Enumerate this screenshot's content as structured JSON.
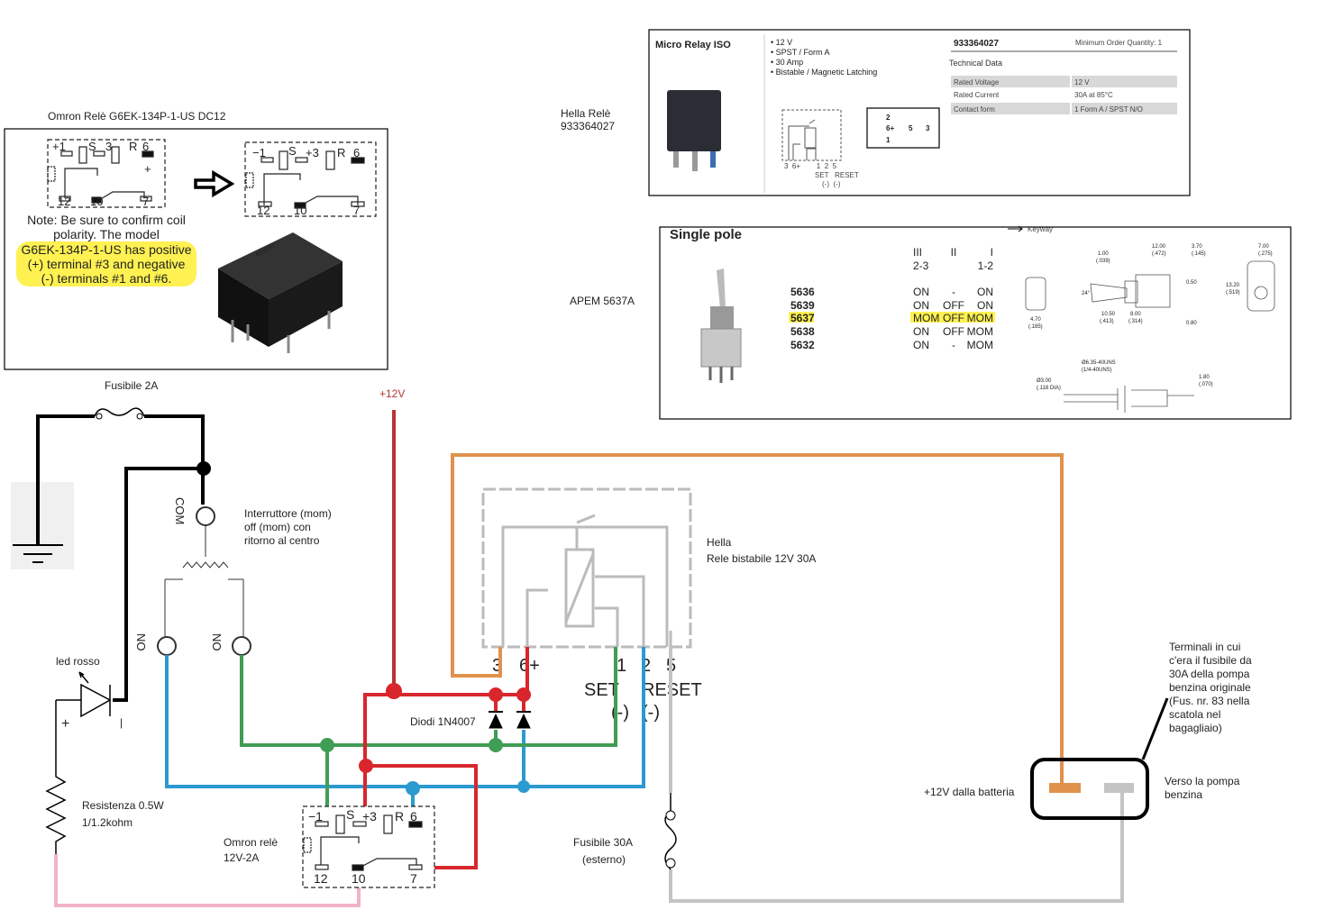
{
  "colors": {
    "plus12": "#b83434",
    "red": "#d8262c",
    "orange": "#e0924c",
    "green": "#3f9d55",
    "blue": "#2b9ad0",
    "grey": "#c4c4c4",
    "pink": "#f2b2c9",
    "highlight": "#ffee33"
  },
  "omron_datasheet": {
    "title": "Omron Relè G6EK-134P-1-US DC12",
    "note": [
      "Note: Be sure to confirm coil",
      "polarity. The model",
      "G6EK-134P-1-US has positive",
      "(+) terminal #3 and negative",
      "(-) terminals #1 and #6."
    ],
    "pins_original": [
      "+1",
      "S",
      "3",
      "R",
      "6",
      "12",
      "10",
      "7",
      "+"
    ],
    "pins_corrected": [
      "−1",
      "S",
      "+3",
      "R",
      "6",
      "12",
      "10",
      "7"
    ],
    "body_label": "omron"
  },
  "hella_label": {
    "line1": "Hella Relè",
    "line2": "933364027"
  },
  "hella_datasheet": {
    "title": "Micro Relay ISO",
    "bullets": [
      "• 12 V",
      "• SPST / Form A",
      "• 30 Amp",
      "• Bistable / Magnetic Latching"
    ],
    "part_number": "933364027",
    "min_order": "Minimum Order Quantity: 1",
    "tech_title": "Technical Data",
    "rows": [
      [
        "Rated Voltage",
        "12 V"
      ],
      [
        "Rated Current",
        "30A at 85°C"
      ],
      [
        "Contact form",
        "1 Form A / SPST N/O"
      ]
    ],
    "pin_labels": "3  6+        1  2  5",
    "set_reset": "SET   RESET",
    "neg": "(-)  (-)",
    "pinout": [
      "2",
      "6+",
      "1",
      "5",
      "3"
    ]
  },
  "apem_label": "APEM 5637A",
  "apem_datasheet": {
    "title": "Single pole",
    "keyway": "Keyway",
    "col_headers": [
      "III",
      "II",
      "I"
    ],
    "col_sub": [
      "2-3",
      "",
      "1-2"
    ],
    "rows": [
      {
        "model": "5636",
        "pos": [
          "ON",
          "-",
          "ON"
        ]
      },
      {
        "model": "5639",
        "pos": [
          "ON",
          "OFF",
          "ON"
        ]
      },
      {
        "model": "5637",
        "pos": [
          "MOM",
          "OFF",
          "MOM"
        ],
        "highlighted": true
      },
      {
        "model": "5638",
        "pos": [
          "ON",
          "OFF",
          "MOM"
        ]
      },
      {
        "model": "5632",
        "pos": [
          "ON",
          "-",
          "MOM"
        ]
      }
    ],
    "dims": [
      "1.00",
      "(.039)",
      "12.00",
      "(.472)",
      "3.70",
      "(.145)",
      "7.00",
      "(.275)",
      "10.50",
      "(.413)",
      "8.00",
      "(.314)",
      "4.70",
      "(.185)",
      "13.20",
      "(.519)",
      "Ø6.35-40UNS",
      "(1/4-40UNS)",
      "Ø3.00",
      "(.118 DIA)",
      "1.80",
      "(.070)",
      "24°",
      "0.50",
      "0.80"
    ]
  },
  "schematic": {
    "fuse_2a": "Fusibile 2A",
    "plus12v": "+12V",
    "switch_com": "COM",
    "switch_no": "NO",
    "switch_label": [
      "Interruttore (mom)",
      "off (mom) con",
      "ritorno al centro"
    ],
    "hella_relay_label": [
      "Hella",
      "Rele bistabile 12V 30A"
    ],
    "hella_pins": [
      "3",
      "6+",
      "1",
      "2",
      "5"
    ],
    "set": "SET",
    "reset": "RESET",
    "neg1": "(-)",
    "neg2": "(-)",
    "led": "led rosso",
    "led_plus": "+",
    "led_minus": "|",
    "diodes": "Diodi 1N4007",
    "resistor": [
      "Resistenza 0.5W",
      "1/1.2kohm"
    ],
    "omron_label": [
      "Omron relè",
      "12V-2A"
    ],
    "omron_pins": [
      "−1",
      "S",
      "+3",
      "R",
      "6",
      "12",
      "10",
      "7"
    ],
    "fuse_30a": [
      "Fusibile 30A",
      "(esterno)"
    ],
    "battery": "+12V dalla batteria",
    "pump": [
      "Verso la pompa",
      "benzina"
    ],
    "terminals_note": [
      "Terminali in cui",
      "c'era il fusibile da",
      "30A della pompa",
      "benzina originale",
      "(Fus. nr. 83 nella",
      "scatola nel",
      "bagagliaio)"
    ]
  }
}
